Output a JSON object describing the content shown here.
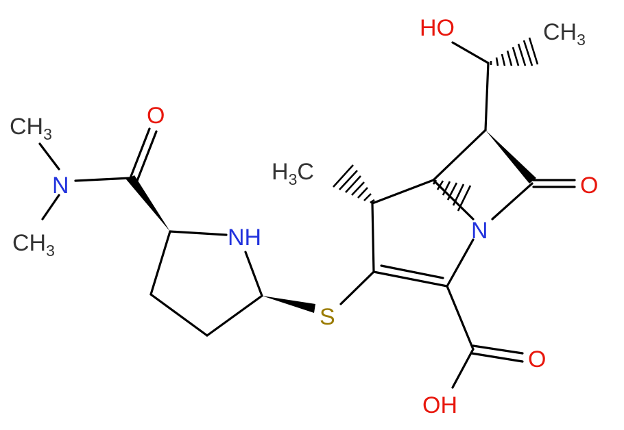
{
  "colors": {
    "bond": "#000000",
    "oxygen": "#e8170d",
    "nitrogen": "#2233dd",
    "sulfur": "#9a7b00",
    "carbon": "#333333"
  },
  "labels": {
    "ho_top": {
      "main": "HO"
    },
    "ch3_top": {
      "main": "CH",
      "sub": "3"
    },
    "o_ketone": {
      "main": "O"
    },
    "n_ring": {
      "main": "N"
    },
    "h3c": {
      "pre": "H",
      "sub": "3",
      "post": "C"
    },
    "s": {
      "main": "S"
    },
    "oh": {
      "main": "OH"
    },
    "o_acid": {
      "main": "O"
    },
    "nh": {
      "main": "NH"
    },
    "o_amide": {
      "main": "O"
    },
    "n_amide": {
      "main": "N"
    },
    "ch3_a": {
      "main": "CH",
      "sub": "3"
    },
    "ch3_b": {
      "main": "CH",
      "sub": "3"
    }
  }
}
